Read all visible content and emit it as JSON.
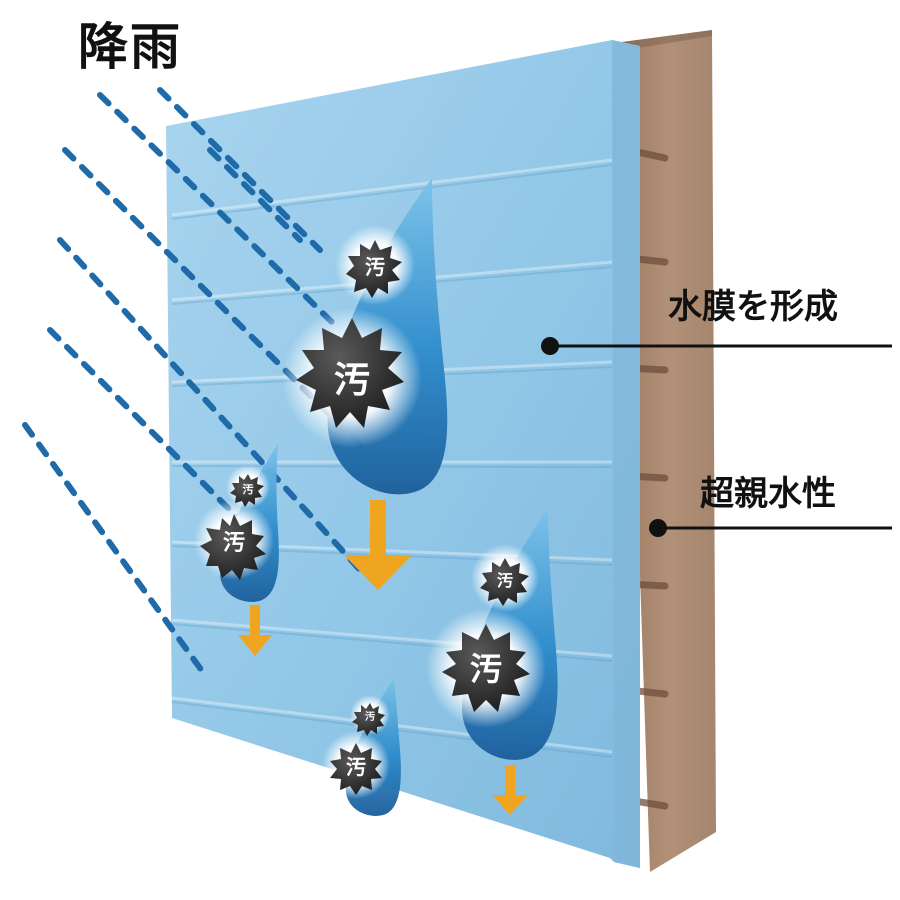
{
  "title": "降雨",
  "labels": {
    "water_film": "水膜を形成",
    "super_hydrophilic": "超親水性"
  },
  "dirt_mark": "汚",
  "colors": {
    "coating": "#8fc6e6",
    "siding": "#b9dcf0",
    "wall_substrate": "#a8866c",
    "water_drop": "#2a86c8",
    "rain": "#1f6aa8",
    "arrow": "#f0a520",
    "dirt": "#3a3a3a"
  },
  "icons": {
    "rain": "rain-streak",
    "drop": "water-drop-icon",
    "dirt": "dirt-burst-icon",
    "arrow": "down-arrow-icon"
  }
}
